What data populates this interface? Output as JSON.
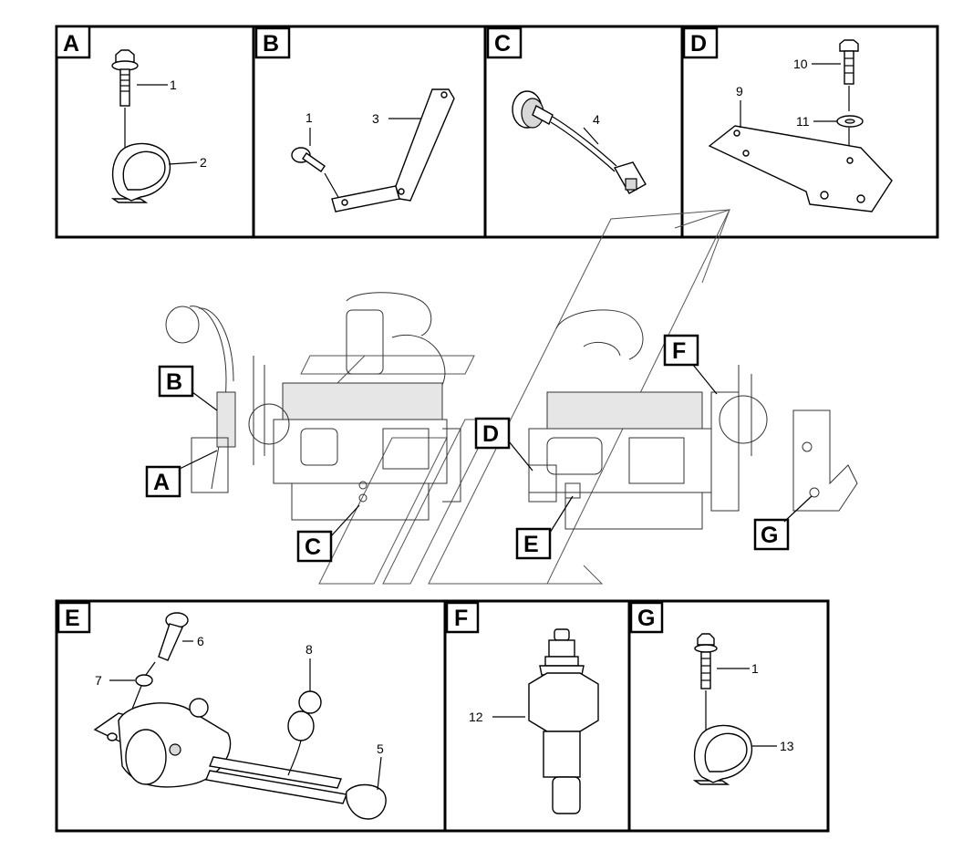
{
  "panels": [
    {
      "id": "A",
      "label": "A",
      "callouts": [
        "1",
        "2"
      ]
    },
    {
      "id": "B",
      "label": "B",
      "callouts": [
        "1",
        "3"
      ]
    },
    {
      "id": "C",
      "label": "C",
      "callouts": [
        "4"
      ]
    },
    {
      "id": "D",
      "label": "D",
      "callouts": [
        "9",
        "10",
        "11"
      ]
    },
    {
      "id": "E",
      "label": "E",
      "callouts": [
        "6",
        "7",
        "8",
        "5"
      ]
    },
    {
      "id": "F",
      "label": "F",
      "callouts": [
        "12"
      ]
    },
    {
      "id": "G",
      "label": "G",
      "callouts": [
        "1",
        "13"
      ]
    }
  ],
  "engine_tags": {
    "A": "A",
    "B": "B",
    "C": "C",
    "D": "D",
    "E": "E",
    "F": "F",
    "G": "G"
  },
  "callouts": {
    "a1": "1",
    "a2": "2",
    "b1": "1",
    "b3": "3",
    "c4": "4",
    "d9": "9",
    "d10": "10",
    "d11": "11",
    "e6": "6",
    "e7": "7",
    "e8": "8",
    "e5": "5",
    "f12": "12",
    "g1": "1",
    "g13": "13"
  },
  "colors": {
    "line": "#000000",
    "background": "#ffffff",
    "shade": "#d8d8d8"
  }
}
